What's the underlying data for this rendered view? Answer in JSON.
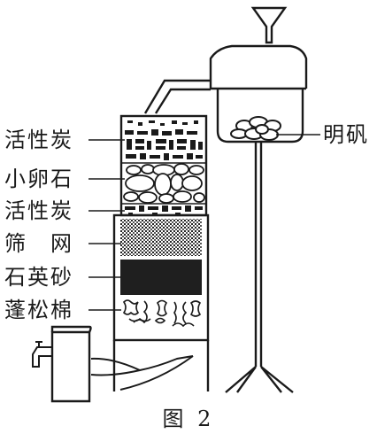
{
  "figure": {
    "caption": "图 2",
    "layers": [
      {
        "name": "活性炭"
      },
      {
        "name": "小卵石"
      },
      {
        "name": "活性炭"
      },
      {
        "name": "筛　网"
      },
      {
        "name": "石英砂"
      },
      {
        "name": "蓬松棉"
      }
    ],
    "alum_label": "明矾"
  }
}
